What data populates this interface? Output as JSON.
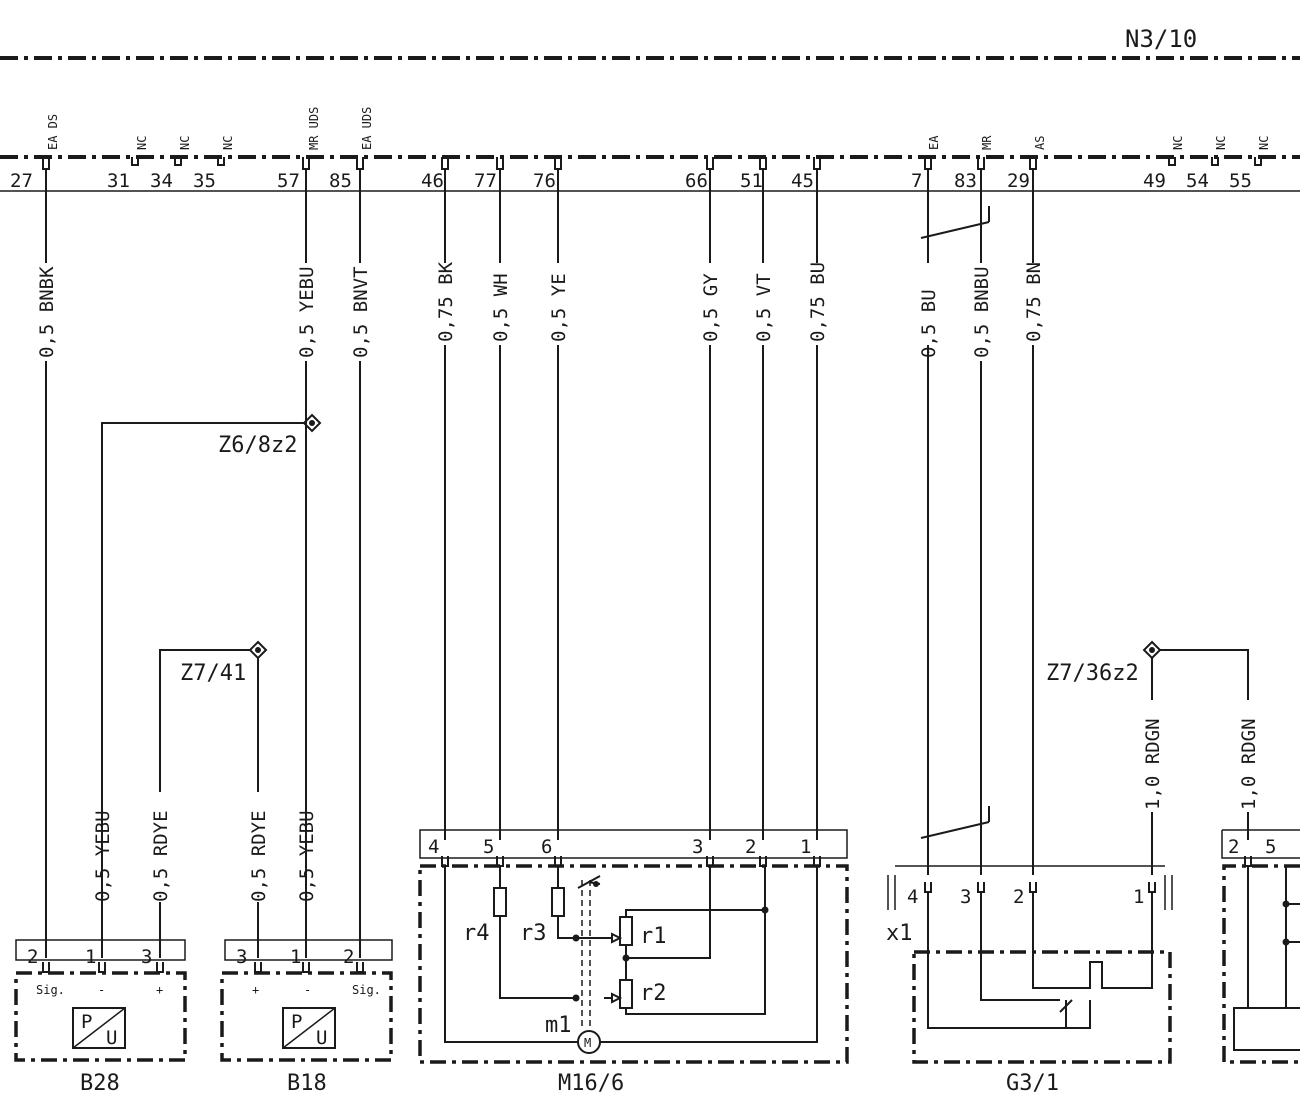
{
  "connector_id": "N3/10",
  "top_pins": [
    {
      "pin": "27",
      "signal": "EA DS"
    },
    {
      "pin": "31",
      "signal": "NC"
    },
    {
      "pin": "34",
      "signal": "NC"
    },
    {
      "pin": "35",
      "signal": "NC"
    },
    {
      "pin": "57",
      "signal": "MR UDS"
    },
    {
      "pin": "85",
      "signal": "EA UDS"
    },
    {
      "pin": "46",
      "signal": ""
    },
    {
      "pin": "77",
      "signal": ""
    },
    {
      "pin": "76",
      "signal": ""
    },
    {
      "pin": "66",
      "signal": ""
    },
    {
      "pin": "51",
      "signal": ""
    },
    {
      "pin": "45",
      "signal": ""
    },
    {
      "pin": "7",
      "signal": "EA"
    },
    {
      "pin": "83",
      "signal": "MR"
    },
    {
      "pin": "29",
      "signal": "AS"
    },
    {
      "pin": "49",
      "signal": "NC"
    },
    {
      "pin": "54",
      "signal": "NC"
    },
    {
      "pin": "55",
      "signal": "NC"
    }
  ],
  "wires": [
    {
      "label": "0,5 BNBK"
    },
    {
      "label": "0,5 YEBU"
    },
    {
      "label": "0,5 BNVT"
    },
    {
      "label": "0,75 BK"
    },
    {
      "label": "0,5 WH"
    },
    {
      "label": "0,5 YE"
    },
    {
      "label": "0,5 GY"
    },
    {
      "label": "0,5 VT"
    },
    {
      "label": "0,75 BU"
    },
    {
      "label": "0,5 BU"
    },
    {
      "label": "0,5 BNBU"
    },
    {
      "label": "0,75 BN"
    }
  ],
  "splices": [
    {
      "id": "Z6/8z2"
    },
    {
      "id": "Z7/41"
    },
    {
      "id": "Z7/36z2"
    }
  ],
  "lower_wires": [
    {
      "label": "0,5 YEBU"
    },
    {
      "label": "0,5 RDYE"
    },
    {
      "label": "0,5 RDYE"
    },
    {
      "label": "0,5 YEBU"
    },
    {
      "label": "1,0 RDGN"
    },
    {
      "label": "1,0 RDGN"
    }
  ],
  "components": [
    {
      "id": "B28",
      "pins": [
        "2",
        "1",
        "3"
      ],
      "pin_marks": [
        "Sig.",
        "-",
        "+"
      ],
      "symbol": "P/U"
    },
    {
      "id": "B18",
      "pins": [
        "3",
        "1",
        "2"
      ],
      "pin_marks": [
        "+",
        "-",
        "Sig."
      ],
      "symbol": "P/U"
    },
    {
      "id": "M16/6",
      "pins": [
        "4",
        "5",
        "6",
        "3",
        "2",
        "1"
      ],
      "internal": [
        "r4",
        "r3",
        "r1",
        "r2",
        "m1"
      ],
      "motor": "M"
    },
    {
      "id": "G3/1",
      "connector": "x1",
      "pins": [
        "4",
        "3",
        "2",
        "1"
      ]
    },
    {
      "id": "",
      "pins": [
        "2",
        "5"
      ]
    }
  ]
}
